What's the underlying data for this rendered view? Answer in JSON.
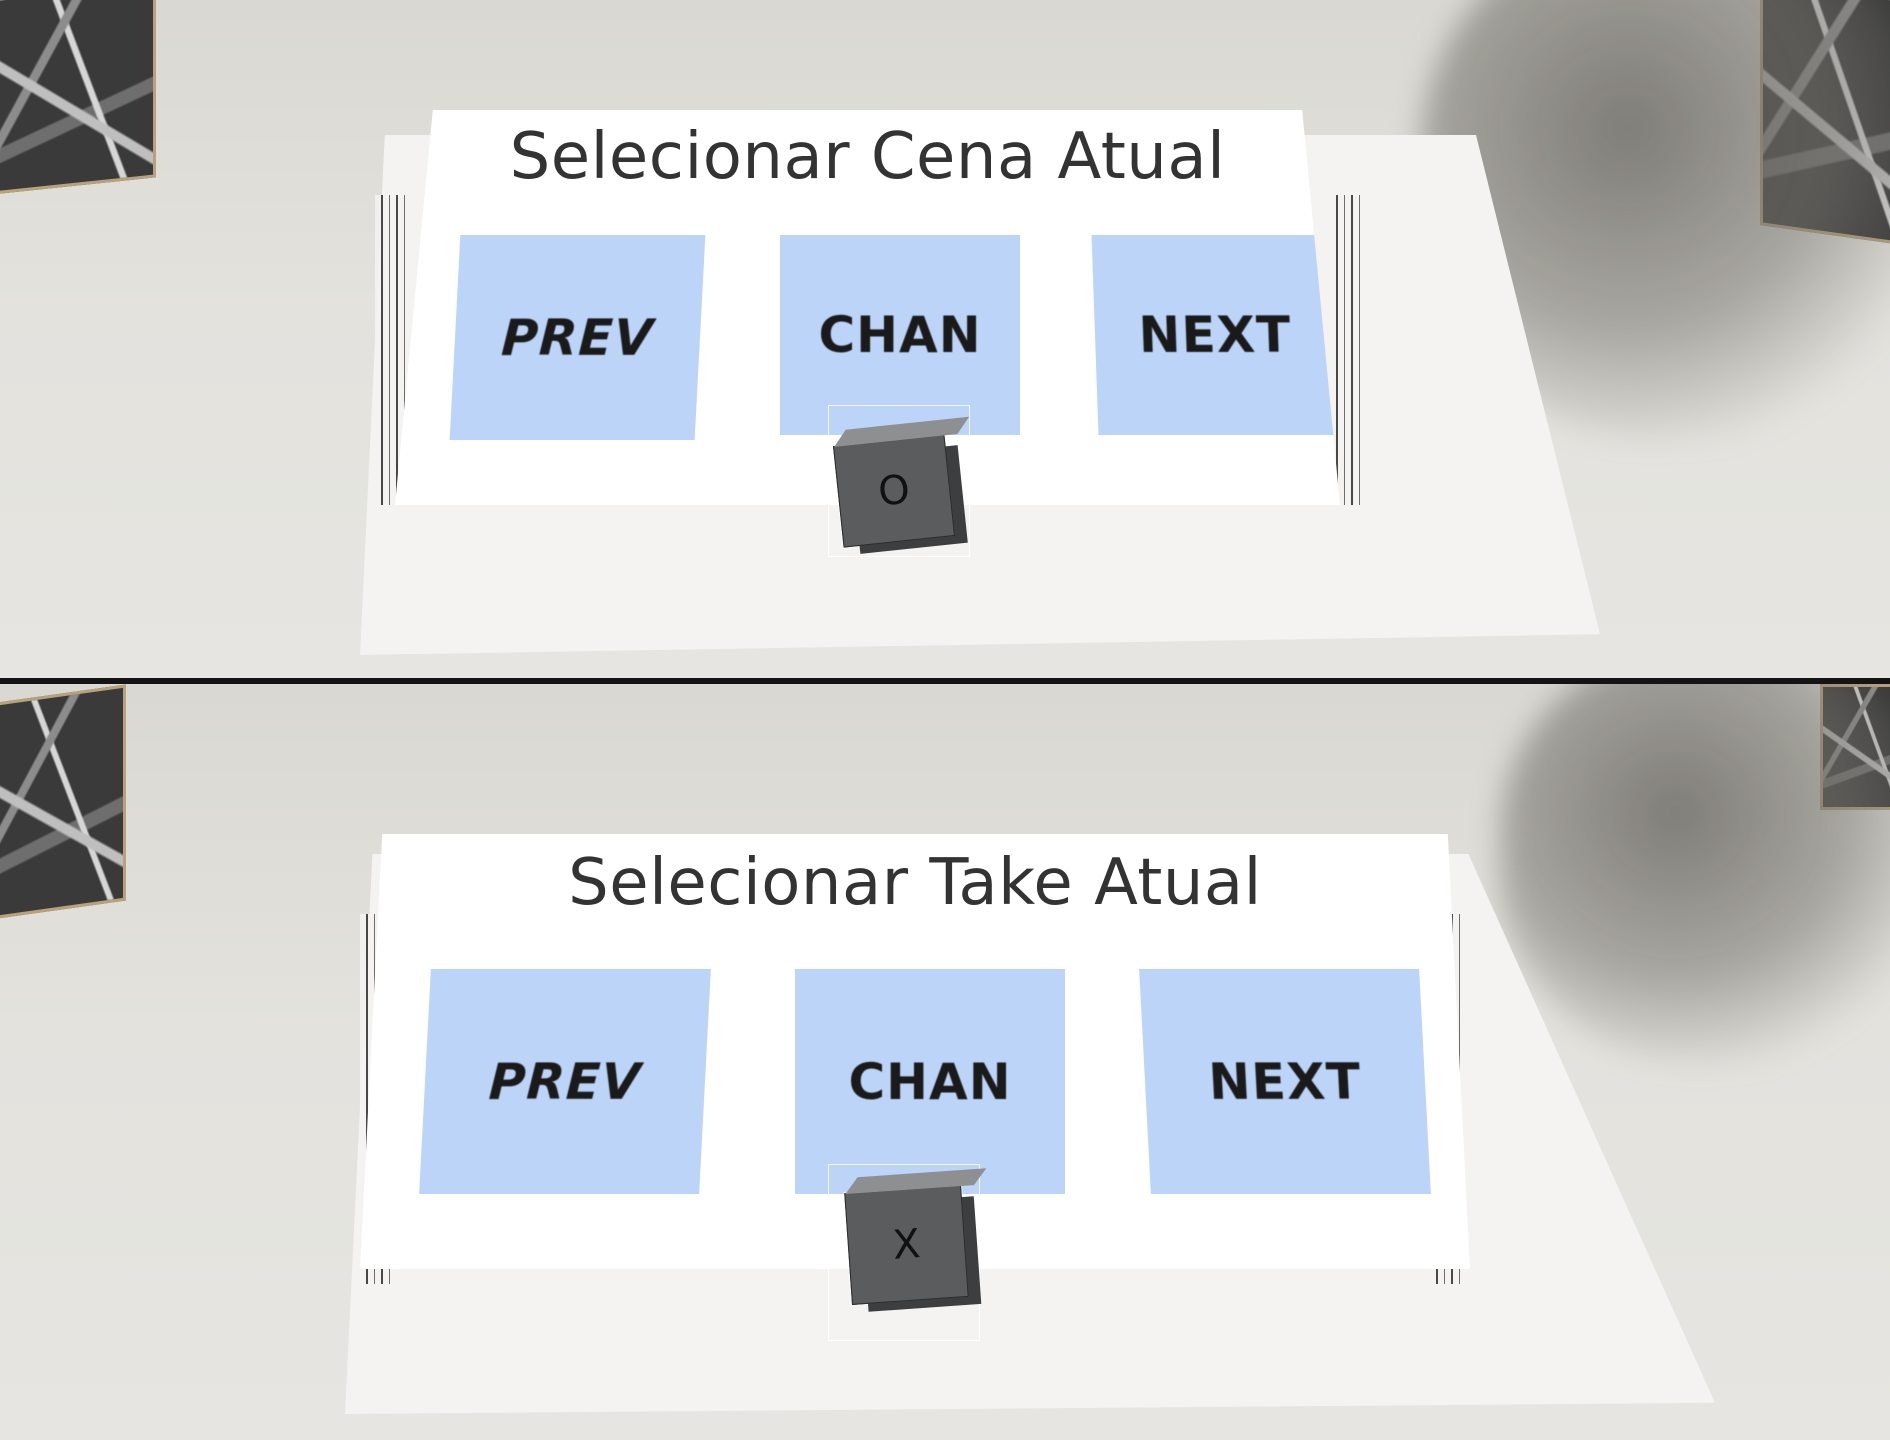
{
  "top_view": {
    "title": "Selecionar Cena Atual",
    "buttons": {
      "prev": "PREV",
      "chan": "CHAN",
      "next": "NEXT"
    },
    "cursor_symbol": "O"
  },
  "bottom_view": {
    "title": "Selecionar Take Atual",
    "buttons": {
      "prev": "PREV",
      "chan": "CHAN",
      "next": "NEXT"
    },
    "cursor_symbol": "X"
  },
  "colors": {
    "panel": "#ffffff",
    "button": "#bcd4f8",
    "cursor_cube": "#5b5c5e",
    "divider": "#141414"
  }
}
